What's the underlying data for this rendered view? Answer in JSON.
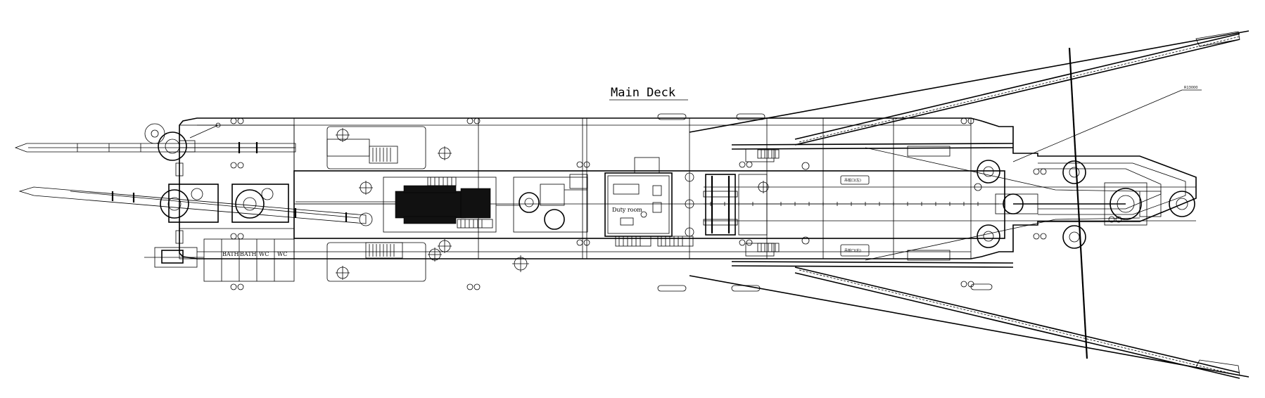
{
  "drawing": {
    "title": "Main Deck",
    "radius_label": "R13000",
    "rooms": {
      "bath_1": "BATH",
      "bath_2": "BATH",
      "wc_1": "WC",
      "wc_2": "WC",
      "duty_room": "Duty room"
    },
    "colors": {
      "line": "#000000",
      "background": "#ffffff"
    }
  }
}
